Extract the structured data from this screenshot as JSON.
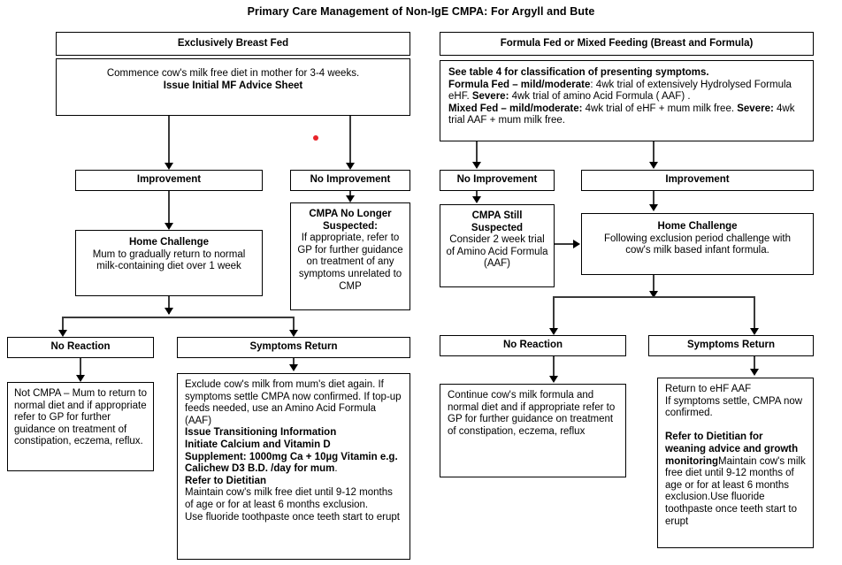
{
  "title": "Primary Care Management of Non-IgE CMPA: For Argyll and Bute",
  "colors": {
    "marker": "#e8232a",
    "border": "#000000",
    "connector": "#3a3a3a",
    "background": "#ffffff"
  },
  "left_branch": {
    "header": "Exclusively Breast Fed",
    "step1": {
      "line1": "Commence cow's milk free diet in mother for 3-4 weeks.",
      "line2_bold": "Issue Initial MF Advice Sheet"
    },
    "improvement_label": "Improvement",
    "no_improvement_label": "No Improvement",
    "home_challenge": {
      "title_bold": "Home Challenge",
      "line1": "Mum to gradually return to normal",
      "line2": "milk-containing diet over 1 week"
    },
    "cmpa_no_longer": {
      "title_bold": "CMPA No Longer Suspected:",
      "body": "If appropriate, refer to GP for further guidance on treatment of any symptoms unrelated to CMP"
    },
    "no_reaction_label": "No Reaction",
    "symptoms_return_label": "Symptoms Return",
    "not_cmpa": {
      "body": "Not CMPA – Mum to return to normal diet and if appropriate refer to GP for further guidance on treatment of constipation, eczema, reflux."
    },
    "symptoms_return_detail": {
      "para1": "Exclude cow's milk from mum's diet again. If symptoms settle CMPA now confirmed.  If top-up feeds needed, use an Amino Acid Formula (AAF)",
      "bold1": "Issue Transitioning Information",
      "bold2": "Initiate Calcium and Vitamin D",
      "bold3": "Supplement: 1000mg Ca + 10µg Vitamin e.g. Calichew D3 B.D. /day for mum",
      "bold3_tail": ".",
      "bold4": "Refer to Dietitian",
      "para2": "Maintain cow's milk free diet until 9-12 months of age or for at least 6 months exclusion.",
      "para3": "Use fluoride toothpaste once teeth start to erupt"
    }
  },
  "right_branch": {
    "header": "Formula Fed or Mixed Feeding (Breast and Formula)",
    "step1": {
      "bold_line1": "See table 4 for classification of presenting symptoms.",
      "bold_lead2": "Formula Fed – mild/moderate",
      "text2": ": 4wk trial of extensively Hydrolysed Formula eHF. ",
      "bold_lead3": "Severe:",
      "text3": " 4wk trial of amino Acid Formula ( AAF) .",
      "bold_lead4": "Mixed Fed – mild/moderate:",
      "text4": " 4wk trial of eHF + mum milk free. ",
      "bold_lead5": "Severe:",
      "text5": " 4wk trial AAF + mum milk free."
    },
    "no_improvement_label": "No Improvement",
    "improvement_label": "Improvement",
    "cmpa_still": {
      "title_bold": "CMPA Still Suspected",
      "body": "Consider 2 week trial of Amino Acid Formula (AAF)"
    },
    "home_challenge": {
      "title_bold": "Home Challenge",
      "line1": "Following exclusion period challenge with",
      "line2": "cow's milk based infant formula."
    },
    "no_reaction_label": "No Reaction",
    "symptoms_return_label": "Symptoms Return",
    "continue_formula": {
      "body": "Continue cow's milk formula and normal diet and if appropriate refer to GP for further guidance on treatment of constipation, eczema, reflux"
    },
    "symptoms_return_detail": {
      "line1": "Return to eHF AAF",
      "line2": "If symptoms settle, CMPA now confirmed.",
      "bold1": "Refer to Dietitian for weaning advice and growth monitoring",
      "para2": "Maintain cow's milk free diet until 9-12 months of age or for at least 6 months exclusion.Use fluoride toothpaste once teeth start to erupt"
    }
  }
}
